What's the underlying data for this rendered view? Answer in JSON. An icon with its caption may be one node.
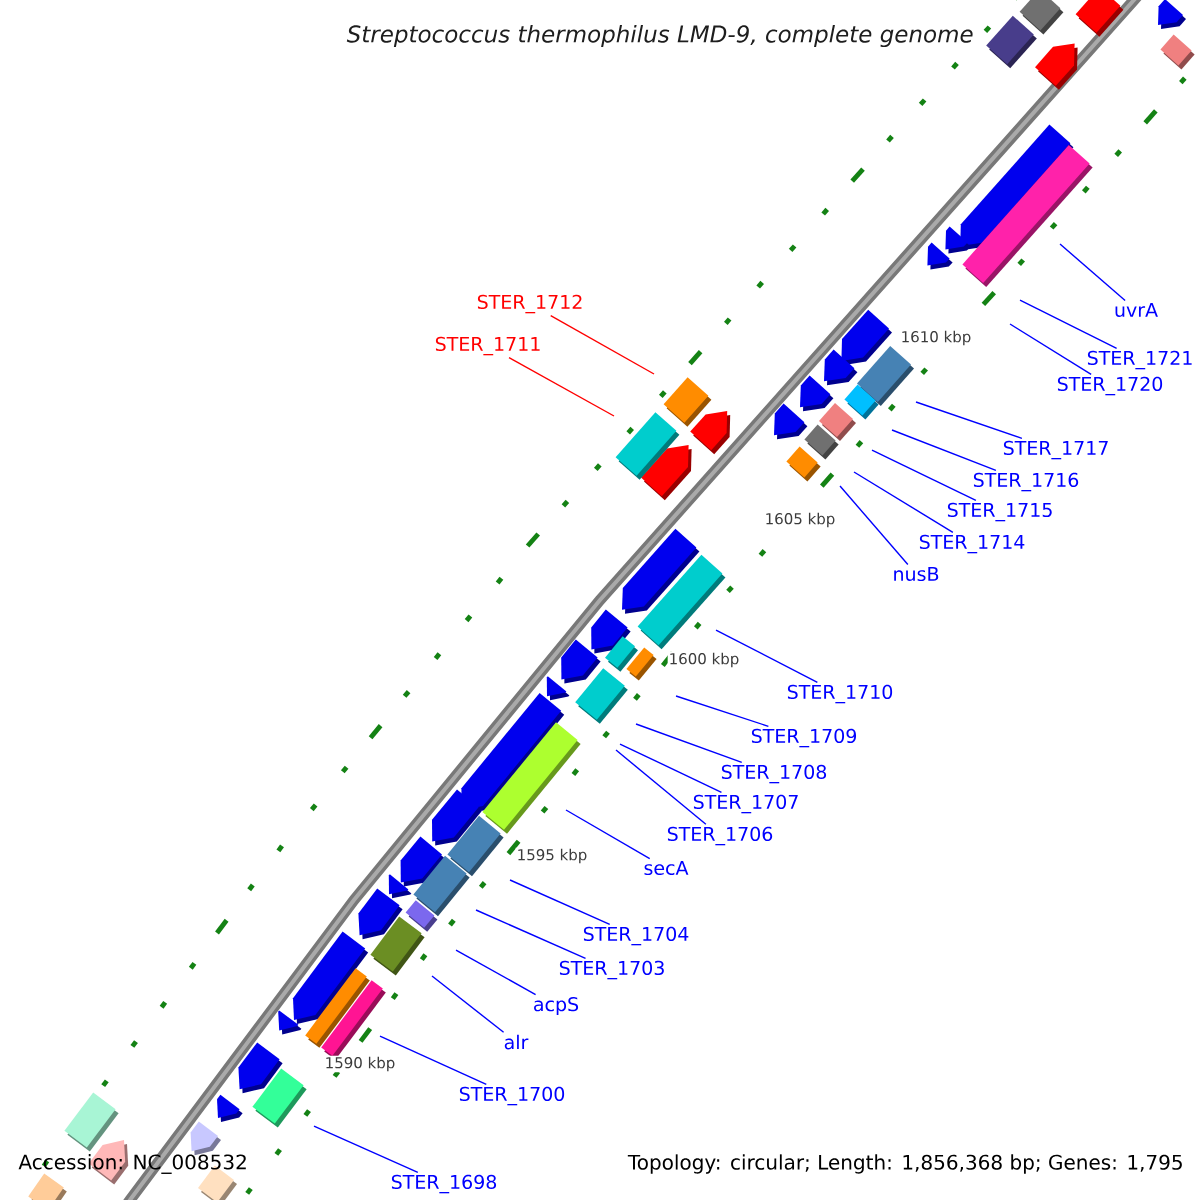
{
  "diagram": {
    "title": "Streptococcus thermophilus LMD-9, complete genome",
    "nodes": [
      {
        "text": [
          "STER_1712"
        ]
      },
      {
        "text": [
          "STER_1711"
        ]
      },
      {
        "text": [
          "uvrA"
        ]
      },
      {
        "text": [
          "STER_1721"
        ]
      },
      {
        "text": [
          "STER_1720"
        ]
      },
      {
        "text": [
          "STER_1717"
        ]
      },
      {
        "text": [
          "STER_1716"
        ]
      },
      {
        "text": [
          "STER_1715"
        ]
      },
      {
        "text": [
          "STER_1714"
        ]
      },
      {
        "text": [
          "nusB"
        ]
      },
      {
        "text": [
          "STER_1710"
        ]
      },
      {
        "text": [
          "STER_1709"
        ]
      },
      {
        "text": [
          "STER_1708"
        ]
      },
      {
        "text": [
          "STER_1707"
        ]
      },
      {
        "text": [
          "STER_1706"
        ]
      },
      {
        "text": [
          "secA"
        ]
      },
      {
        "text": [
          "STER_1704"
        ]
      },
      {
        "text": [
          "STER_1703"
        ]
      },
      {
        "text": [
          "acpS"
        ]
      },
      {
        "text": [
          "alr"
        ]
      },
      {
        "text": [
          "STER_1700"
        ]
      },
      {
        "text": [
          "STER_1698"
        ]
      }
    ],
    "edges": [
      {
        "from": 0,
        "to": null,
        "arrow": "none",
        "color": "#ff0000"
      },
      {
        "from": 1,
        "to": null,
        "arrow": "none",
        "color": "#ff0000"
      },
      {
        "from": 2,
        "to": null,
        "arrow": "none"
      },
      {
        "from": 3,
        "to": null,
        "arrow": "none"
      },
      {
        "from": 4,
        "to": null,
        "arrow": "none"
      },
      {
        "from": 5,
        "to": null,
        "arrow": "none"
      },
      {
        "from": 6,
        "to": null,
        "arrow": "none"
      },
      {
        "from": 7,
        "to": null,
        "arrow": "none"
      },
      {
        "from": 8,
        "to": null,
        "arrow": "none"
      },
      {
        "from": 9,
        "to": null,
        "arrow": "none"
      },
      {
        "from": 10,
        "to": null,
        "arrow": "none"
      },
      {
        "from": 11,
        "to": null,
        "arrow": "none"
      },
      {
        "from": 12,
        "to": null,
        "arrow": "none"
      },
      {
        "from": 13,
        "to": null,
        "arrow": "none"
      },
      {
        "from": 14,
        "to": null,
        "arrow": "none"
      },
      {
        "from": 15,
        "to": null,
        "arrow": "none"
      },
      {
        "from": 16,
        "to": null,
        "arrow": "none"
      },
      {
        "from": 17,
        "to": null,
        "arrow": "none"
      },
      {
        "from": 18,
        "to": null,
        "arrow": "none"
      },
      {
        "from": 19,
        "to": null,
        "arrow": "none"
      },
      {
        "from": 20,
        "to": null,
        "arrow": "none"
      },
      {
        "from": 21,
        "to": null,
        "arrow": "none"
      }
    ],
    "labels": [
      "1610 kbp",
      "1605 kbp",
      "1600 kbp",
      "1595 kbp",
      "1590 kbp",
      "Accession: NC_008532",
      "Topology: circular; Length: 1,856,368 bp; Genes: 1,795"
    ]
  }
}
